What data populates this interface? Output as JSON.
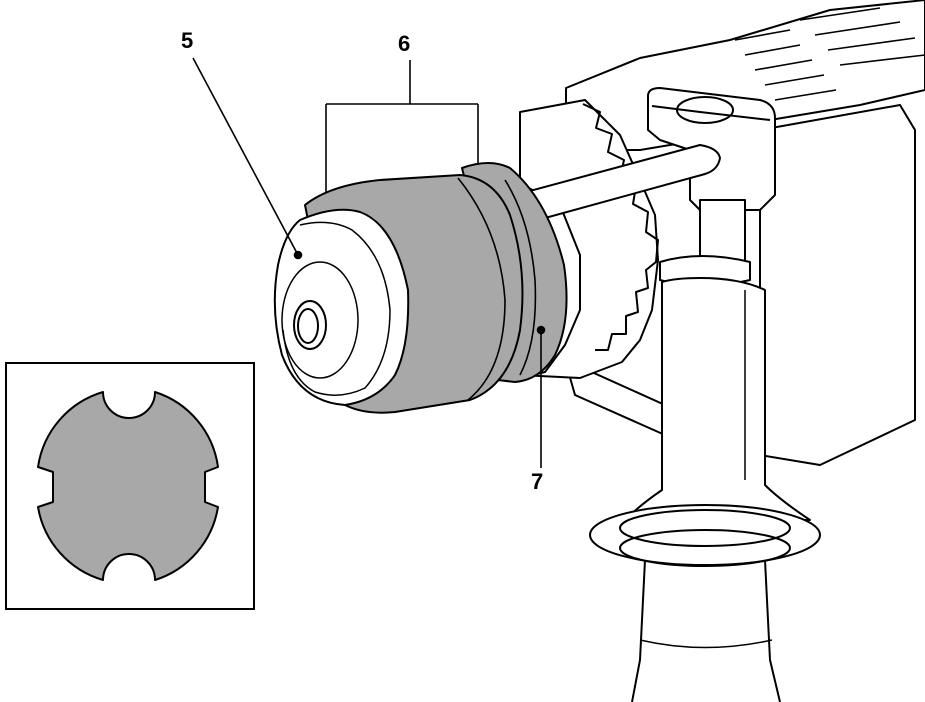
{
  "callouts": {
    "part_5": "5",
    "part_6": "6",
    "part_7": "7"
  },
  "colors": {
    "line": "#000000",
    "sleeve_fill": "#a8a8a8",
    "body_fill": "#ffffff",
    "inset_shape_fill": "#a8a8a8"
  },
  "icons": {
    "inset": "sds-shank-cross-section-icon"
  }
}
